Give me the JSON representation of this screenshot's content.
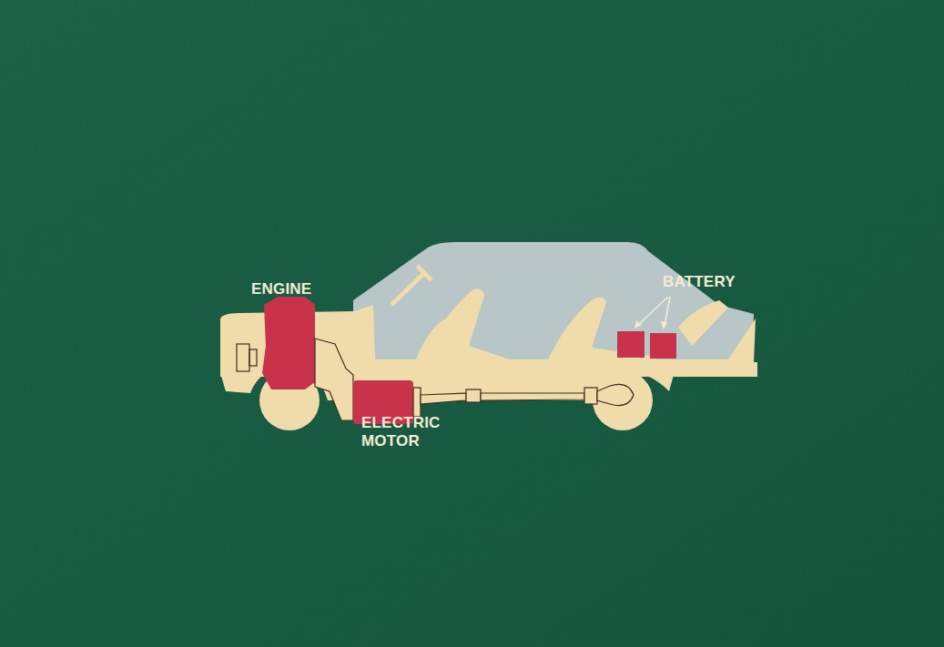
{
  "diagram": {
    "labels": [
      "ENGINE",
      "BATTERY",
      "ELECTRIC MOTOR"
    ]
  }
}
